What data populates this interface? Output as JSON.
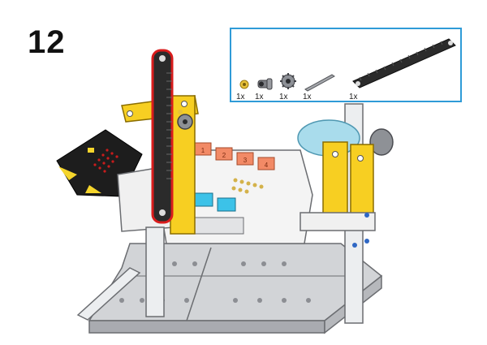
{
  "step": {
    "number": "12"
  },
  "parts_list": {
    "items": [
      {
        "icon": "bushing-icon",
        "color": "#e8c23a",
        "quantity": "1x"
      },
      {
        "icon": "axle-connector-icon",
        "color": "#7d7f84",
        "quantity": "1x"
      },
      {
        "icon": "gear-icon",
        "color": "#8d9096",
        "quantity": "1x"
      },
      {
        "icon": "axle-icon",
        "color": "#a6a8ad",
        "quantity": "1x"
      },
      {
        "icon": "gear-rack-icon",
        "color": "#2b2b2b",
        "quantity": "1x"
      }
    ],
    "border_color": "#2f9bd7"
  },
  "model": {
    "microbit_leds": "",
    "expansion_labels": [
      "1",
      "2",
      "3",
      "4"
    ],
    "port_labels": [
      "",
      ""
    ],
    "highlight_color": "#d91c1c",
    "beam_yellow": "#f7cf22",
    "base_gray": "#c9cbcf",
    "servo_blue": "#a9dcec"
  }
}
